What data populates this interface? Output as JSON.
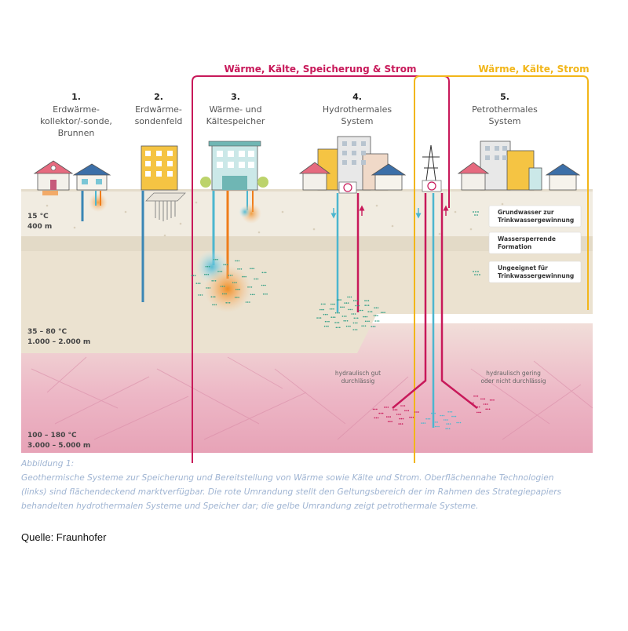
{
  "header_red": "Wärme, Kälte, Speicherung & Strom",
  "header_yellow": "Wärme, Kälte, Strom",
  "systems": [
    {
      "number": "1.",
      "lines": [
        "Erdwärme-",
        "kollektor/-sonde,",
        "Brunnen"
      ]
    },
    {
      "number": "2.",
      "lines": [
        "Erdwärme-",
        "sondenfeld"
      ]
    },
    {
      "number": "3.",
      "lines": [
        "Wärme- und",
        "Kältespeicher"
      ]
    },
    {
      "number": "4.",
      "lines": [
        "Hydrothermales",
        "System"
      ]
    },
    {
      "number": "5.",
      "lines": [
        "Petrothermales",
        "System"
      ]
    }
  ],
  "depth_labels": [
    {
      "temp": "15 °C",
      "depth": "400 m"
    },
    {
      "temp": "35 – 80 °C",
      "depth": "1.000 – 2.000 m"
    },
    {
      "temp": "100 – 180 °C",
      "depth": "3.000 – 5.000 m"
    }
  ],
  "legend": [
    {
      "lines": [
        "Grundwasser zur",
        "Trinkwassergewinnung"
      ]
    },
    {
      "lines": [
        "Wassersperrende",
        "Formation"
      ]
    },
    {
      "lines": [
        "Ungeeignet für",
        "Trinkwassergewinnung"
      ]
    }
  ],
  "annotations": {
    "hydro": [
      "hydraulisch gut",
      "durchlässig"
    ],
    "petro": [
      "hydraulisch gering",
      "oder nicht durchlässig"
    ]
  },
  "caption": [
    "Abbildung 1:",
    "Geothermische Systeme zur Speicherung und Bereitstellung von Wärme sowie Kälte und Strom. Oberflächennahe Technologien",
    "(links) sind flächendeckend marktverfügbar. Die rote Umrandung stellt den Geltungsbereich der im Rahmen des Strategiepapiers",
    "behandelten hydrothermalen Systeme und Speicher dar; die gelbe Umrandung zeigt petrothermale Systeme."
  ],
  "source": "Quelle: Fraunhofer",
  "colors": {
    "red_frame": "#c8195a",
    "yellow_frame": "#f2b619",
    "cold_pipe": "#4cb6cf",
    "hot_pipe_red": "#c8195a",
    "hot_pipe_orange": "#ef7d1a",
    "groundwater_dots": "#2f9e84"
  }
}
